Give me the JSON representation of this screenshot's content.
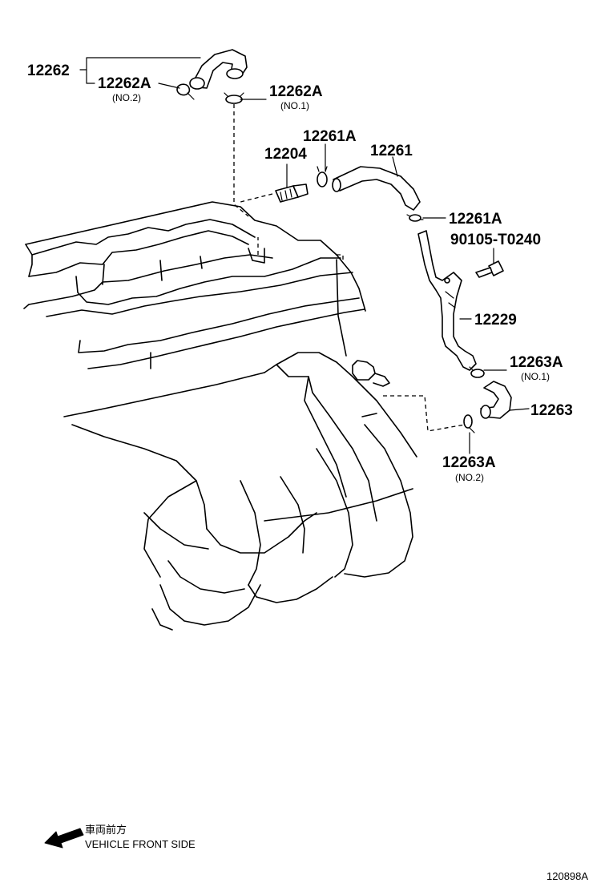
{
  "parts": {
    "p12262": "12262",
    "p12262A_no2": "12262A",
    "p12262A_no2_note": "(NO.2)",
    "p12262A_no1": "12262A",
    "p12262A_no1_note": "(NO.1)",
    "p12261A_top": "12261A",
    "p12204": "12204",
    "p12261": "12261",
    "p12261A_right": "12261A",
    "p90105": "90105-T0240",
    "p12229": "12229",
    "p12263A_no1": "12263A",
    "p12263A_no1_note": "(NO.1)",
    "p12263": "12263",
    "p12263A_no2": "12263A",
    "p12263A_no2_note": "(NO.2)"
  },
  "legend": {
    "jp": "車両前方",
    "en": "VEHICLE FRONT SIDE"
  },
  "diagram_code": "120898A",
  "icons": {
    "front_arrow": "left-down-arrow-icon"
  }
}
